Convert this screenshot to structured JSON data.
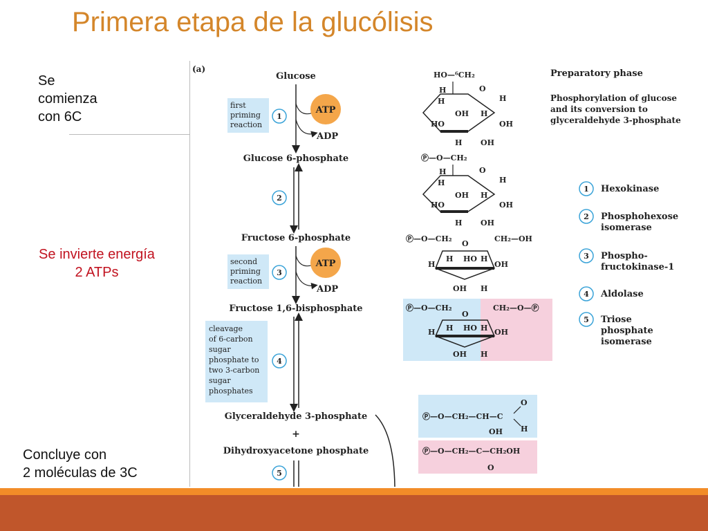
{
  "slide": {
    "title": "Primera etapa de la glucólisis"
  },
  "notes": {
    "top": [
      "Se",
      "comienza",
      "con 6C"
    ],
    "middle": [
      "Se invierte energía",
      "2 ATPs"
    ],
    "bottom": [
      "Concluye con",
      "2 moléculas de 3C"
    ]
  },
  "diagram": {
    "panel_label": "(a)",
    "metabolites": {
      "glucose": "Glucose",
      "g6p": "Glucose 6-phosphate",
      "f6p": "Fructose 6-phosphate",
      "f16bp": "Fructose 1,6-bisphosphate",
      "gap": "Glyceraldehyde 3-phosphate",
      "plus": "+",
      "dhap": "Dihydroxyacetone phosphate"
    },
    "cofactors": {
      "atp": "ATP",
      "adp": "ADP"
    },
    "step_notes": {
      "first_priming": [
        "first",
        "priming",
        "reaction"
      ],
      "second_priming": [
        "second",
        "priming",
        "reaction"
      ],
      "cleavage": [
        "cleavage",
        "of 6-carbon",
        "sugar",
        "phosphate to",
        "two 3-carbon",
        "sugar",
        "phosphates"
      ]
    },
    "step_numbers": [
      "1",
      "2",
      "3",
      "4",
      "5"
    ],
    "phase": {
      "title": "Preparatory phase",
      "description": [
        "Phosphorylation of glucose",
        "and its conversion to",
        "glyceraldehyde 3-phosphate"
      ]
    },
    "enzymes": [
      {
        "number": "1",
        "name": [
          "Hexokinase"
        ]
      },
      {
        "number": "2",
        "name": [
          "Phosphohexose",
          "isomerase"
        ]
      },
      {
        "number": "3",
        "name": [
          "Phospho-",
          "fructokinase-1"
        ]
      },
      {
        "number": "4",
        "name": [
          "Aldolase"
        ]
      },
      {
        "number": "5",
        "name": [
          "Triose",
          "phosphate",
          "isomerase"
        ]
      }
    ],
    "structures": {
      "glucose": {
        "top": "HO—⁶CH₂",
        "ring_atoms": [
          "H",
          "O",
          "H",
          "H",
          "OH",
          "H",
          "HO",
          "OH",
          "H",
          "OH"
        ]
      },
      "g6p": {
        "top": "Ⓟ—O—CH₂",
        "ring_atoms": [
          "H",
          "O",
          "H",
          "H",
          "OH",
          "H",
          "HO",
          "OH",
          "H",
          "OH"
        ]
      },
      "f6p": {
        "top": "Ⓟ—O—CH₂",
        "right": "CH₂—OH",
        "ring_atoms": [
          "O",
          "H",
          "HO",
          "OH",
          "H",
          "H",
          "OH",
          "H"
        ]
      },
      "f16bp": {
        "top": "Ⓟ—O—CH₂",
        "right": "CH₂—O—Ⓟ",
        "ring_atoms": [
          "O",
          "H",
          "HO",
          "OH",
          "H",
          "H",
          "OH",
          "H"
        ]
      },
      "gap": {
        "chain": "Ⓟ—O—CH₂—CH—C",
        "below": "OH",
        "tail": [
          "O",
          "H"
        ]
      },
      "dhap": {
        "chain": "Ⓟ—O—CH₂—C—CH₂OH",
        "below": "O"
      }
    },
    "colors": {
      "blue_box": "#cfe8f7",
      "pink_box": "#f6d0dd",
      "atp_orange": "#f4a64a",
      "step_circle": "#3aa3d8",
      "enzyme_text": "#3a86c2"
    }
  }
}
